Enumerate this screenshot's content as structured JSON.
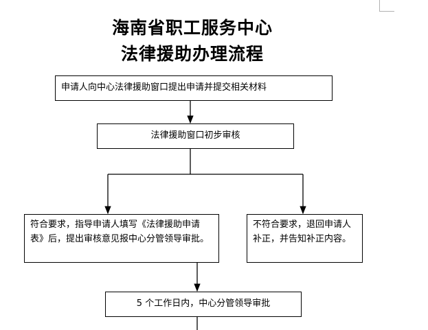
{
  "title": {
    "line1": "海南省职工服务中心",
    "line2": "法律援助办理流程"
  },
  "steps": {
    "apply": "申请人向中心法律援助窗口提出申请并提交相关材料",
    "initial_review": "法律援助窗口初步审核",
    "meets_requirements": "符合要求，指导申请人填写《法律援助申请表》后，提出审核意见报中心分管领导审批。",
    "fails_requirements": "不符合要求，退回申请人补正，并告知补正内容。",
    "leader_approval": "5 个工作日内，中心分管领导审批"
  },
  "colors": {
    "line": "#000000",
    "box_border": "#000000"
  }
}
